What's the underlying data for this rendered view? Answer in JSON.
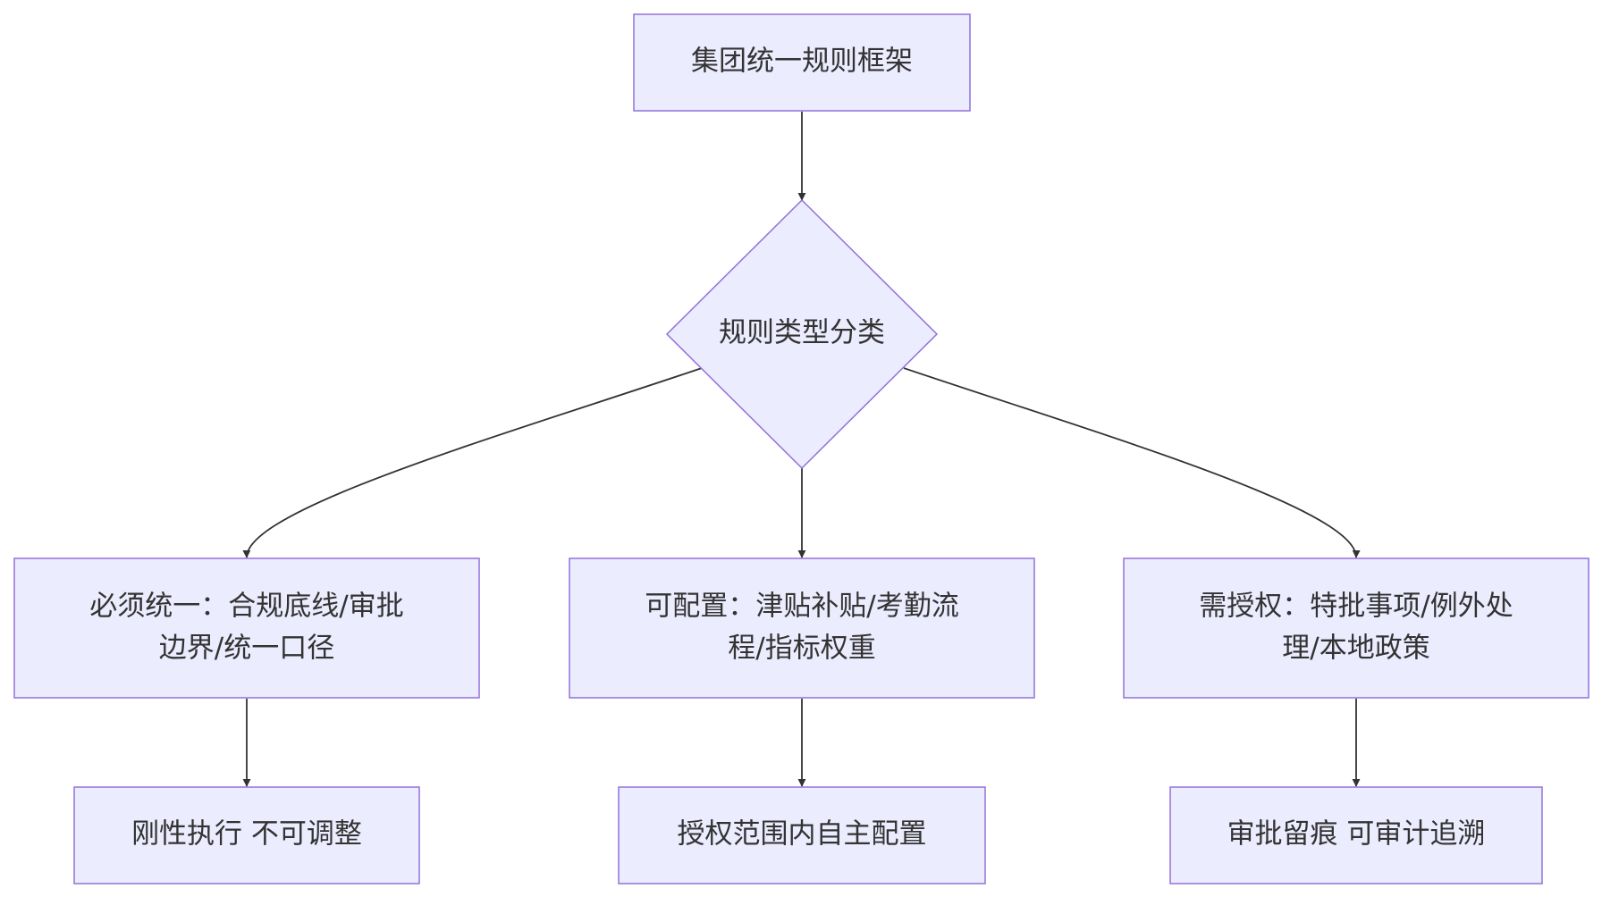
{
  "diagram": {
    "nodes": {
      "top": "集团统一规则框架",
      "decision": "规则类型分类",
      "left": [
        "必须统一：合规底线/审批",
        "边界/统一口径"
      ],
      "middle": [
        "可配置：津贴补贴/考勤流",
        "程/指标权重"
      ],
      "right": [
        "需授权：特批事项/例外处",
        "理/本地政策"
      ],
      "left_result": "刚性执行 不可调整",
      "middle_result": "授权范围内自主配置",
      "right_result": "审批留痕 可审计追溯"
    }
  },
  "colors": {
    "node_fill": "#ECECFF",
    "node_stroke": "#9370DB",
    "edge": "#333333",
    "text": "#333333"
  }
}
